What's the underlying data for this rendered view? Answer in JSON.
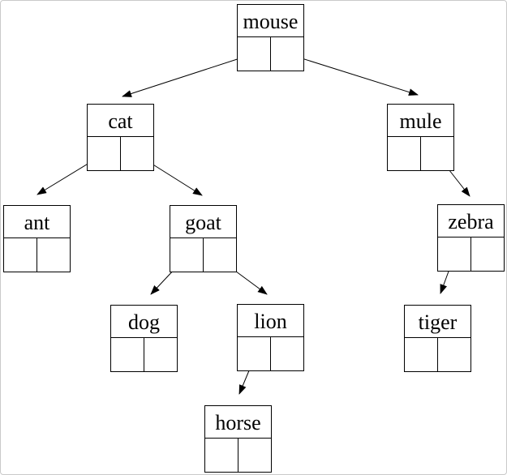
{
  "diagram": {
    "type": "binary-tree-linked-nodes",
    "nodes": {
      "mouse": {
        "label": "mouse"
      },
      "cat": {
        "label": "cat"
      },
      "mule": {
        "label": "mule"
      },
      "ant": {
        "label": "ant"
      },
      "goat": {
        "label": "goat"
      },
      "zebra": {
        "label": "zebra"
      },
      "dog": {
        "label": "dog"
      },
      "lion": {
        "label": "lion"
      },
      "tiger": {
        "label": "tiger"
      },
      "horse": {
        "label": "horse"
      }
    },
    "edges": [
      {
        "from": "mouse",
        "pointer": "left",
        "to": "cat"
      },
      {
        "from": "mouse",
        "pointer": "right",
        "to": "mule"
      },
      {
        "from": "cat",
        "pointer": "left",
        "to": "ant"
      },
      {
        "from": "cat",
        "pointer": "right",
        "to": "goat"
      },
      {
        "from": "mule",
        "pointer": "right",
        "to": "zebra"
      },
      {
        "from": "goat",
        "pointer": "left",
        "to": "dog"
      },
      {
        "from": "goat",
        "pointer": "right",
        "to": "lion"
      },
      {
        "from": "zebra",
        "pointer": "left",
        "to": "tiger"
      },
      {
        "from": "lion",
        "pointer": "left",
        "to": "horse"
      }
    ],
    "colors": {
      "line": "#000000",
      "node_border": "#000000",
      "background": "#ffffff",
      "frame_border": "#c9c9c9"
    }
  }
}
